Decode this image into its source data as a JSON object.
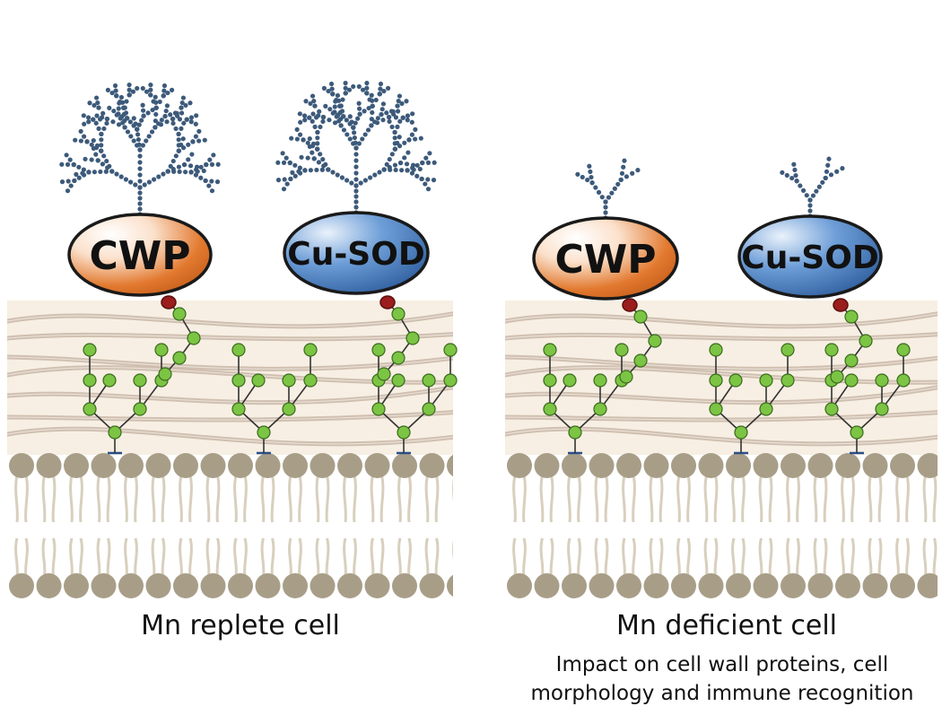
{
  "panels": [
    {
      "id": "replete",
      "label": "Mn replete cell",
      "glycan": "large",
      "proteins": [
        {
          "label": "CWP",
          "color": "#e2792f"
        },
        {
          "label": "Cu-SOD",
          "color": "#3f74b8"
        }
      ]
    },
    {
      "id": "deficient",
      "label": "Mn deficient cell",
      "glycan": "small",
      "proteins": [
        {
          "label": "CWP",
          "color": "#e2792f"
        },
        {
          "label": "Cu-SOD",
          "color": "#3f74b8"
        }
      ]
    }
  ],
  "impact": {
    "line1": "Impact on cell wall proteins, cell",
    "line2": "morphology and immune recognition"
  },
  "colors": {
    "cell_wall": "#f7efe3",
    "fiber": "#c9b6a6",
    "lipid_head": "#a89e88",
    "lipid_tail": "#d8cfbd",
    "sugar": "#7cc444",
    "sugar_stroke": "#3a6b1e",
    "anchor": "#9b1d1d",
    "glycan_dot": "#3d5a7a",
    "asn_mark": "#2a4f8a"
  }
}
